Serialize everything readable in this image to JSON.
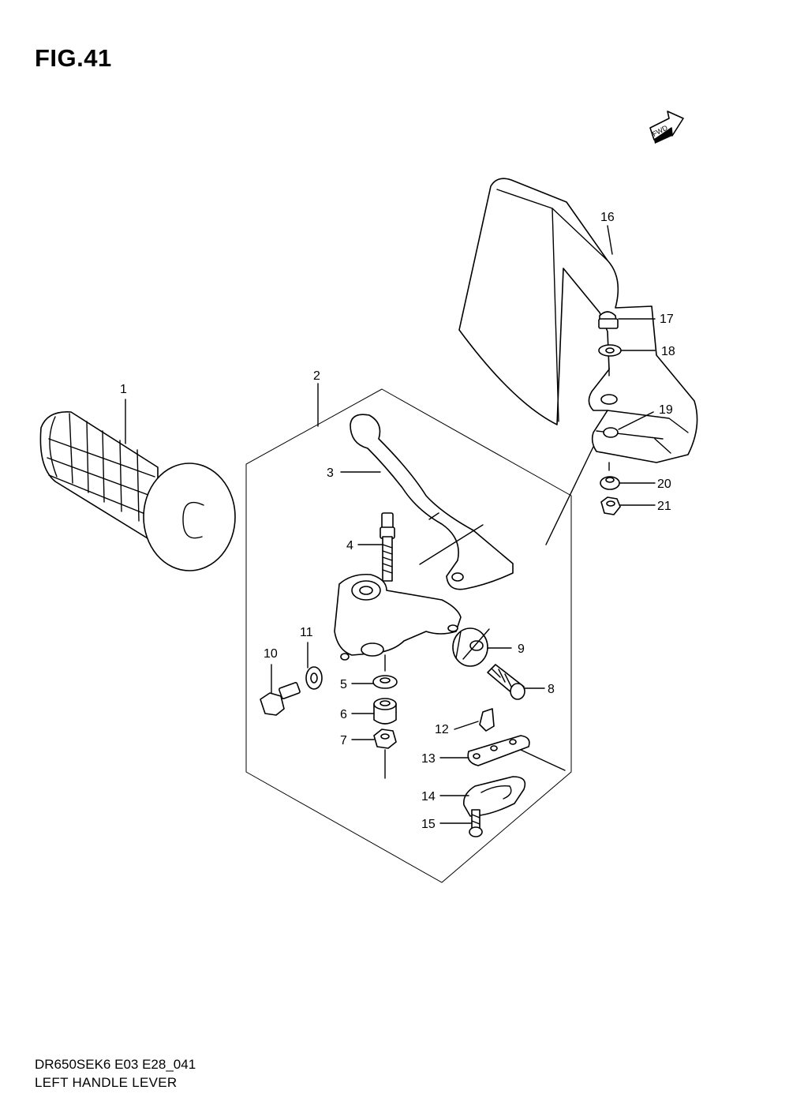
{
  "figure": {
    "title": "FIG.41"
  },
  "fwd_label": "FWD",
  "footer": {
    "code": "DR650SEK6 E03 E28_041",
    "name": "LEFT HANDLE LEVER"
  },
  "callouts": [
    "1",
    "2",
    "3",
    "4",
    "5",
    "6",
    "7",
    "8",
    "9",
    "10",
    "11",
    "12",
    "13",
    "14",
    "15",
    "16",
    "17",
    "18",
    "19",
    "20",
    "21"
  ]
}
